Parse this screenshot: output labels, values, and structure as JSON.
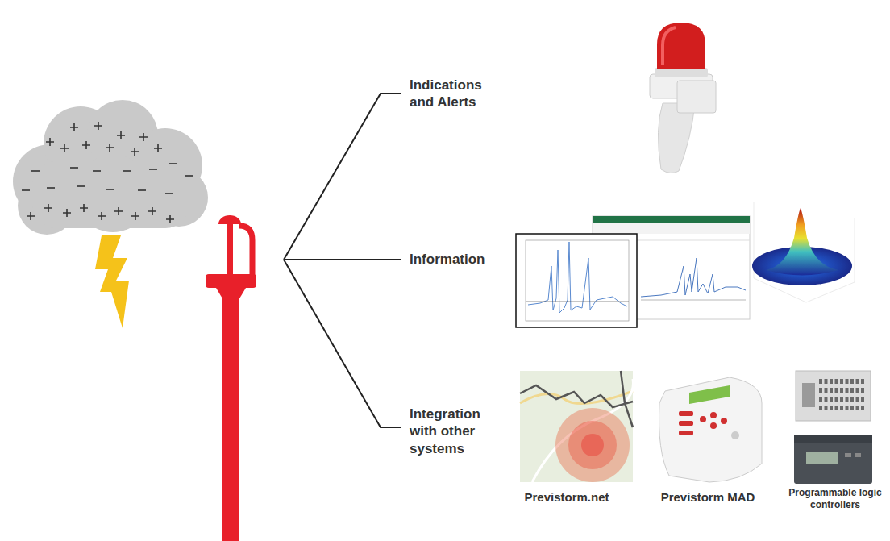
{
  "diagram": {
    "labels": [
      "Indications and Alerts",
      "Information",
      "Integration with other systems",
      "Previstorm.net",
      "Previstorm MAD",
      "Programmable logic controllers"
    ]
  }
}
